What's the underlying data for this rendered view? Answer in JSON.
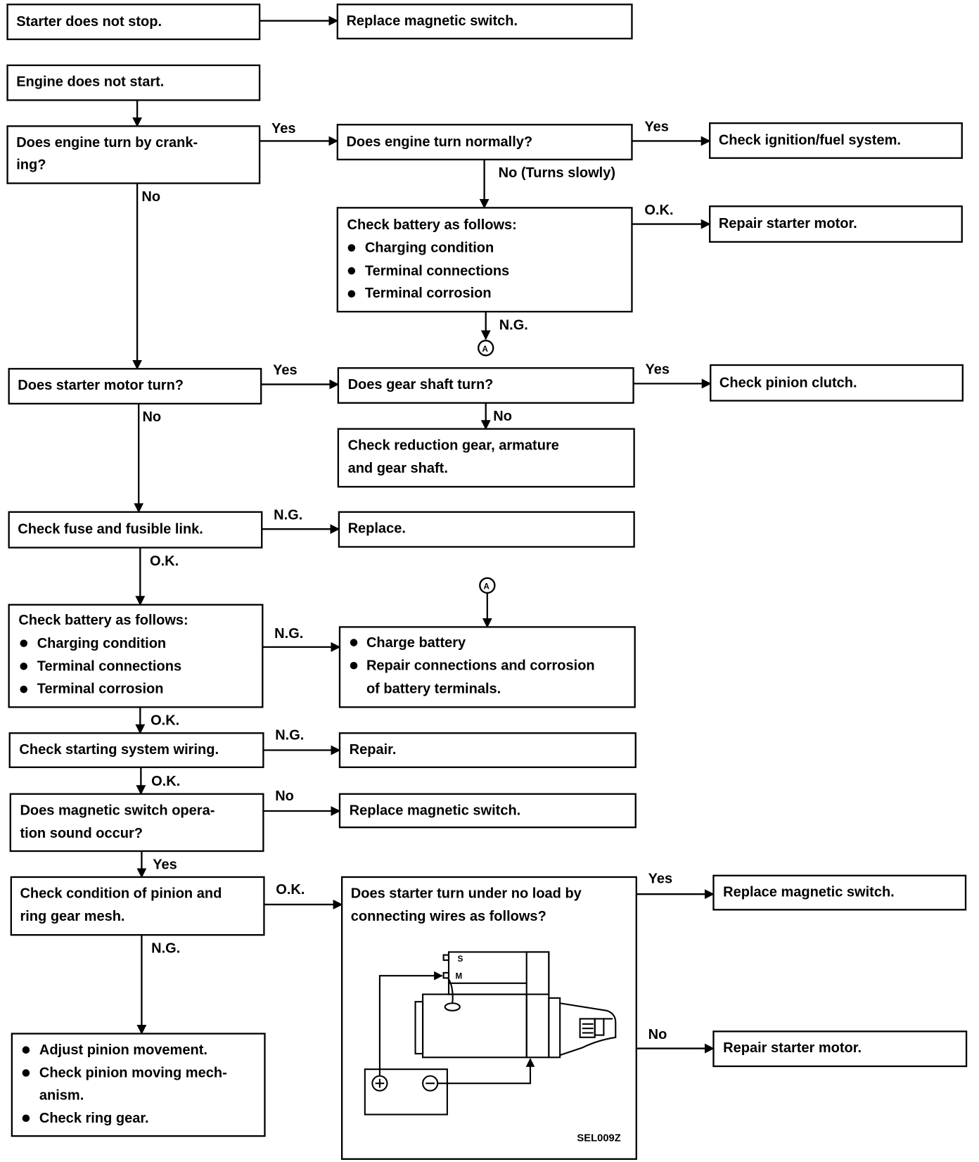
{
  "nodes": {
    "n1": [
      "Starter does not stop."
    ],
    "n1r": [
      "Replace magnetic switch."
    ],
    "n2": [
      "Engine does not start."
    ],
    "n3": [
      "Does engine turn by crank-",
      "ing?"
    ],
    "n4": [
      "Does engine turn normally?"
    ],
    "n4r": [
      "Check ignition/fuel system."
    ],
    "n5": [
      "Check battery as follows:",
      "Charging condition",
      "Terminal connections",
      "Terminal corrosion"
    ],
    "n5r": [
      "Repair starter motor."
    ],
    "n6": [
      "Does starter motor turn?"
    ],
    "n7": [
      "Does gear shaft turn?"
    ],
    "n7r": [
      "Check pinion clutch."
    ],
    "n7d": [
      "Check reduction gear, armature",
      "and gear shaft."
    ],
    "n8": [
      "Check fuse and fusible link."
    ],
    "n8r": [
      "Replace."
    ],
    "n9": [
      "Check battery as follows:",
      "Charging condition",
      "Terminal connections",
      "Terminal corrosion"
    ],
    "n9r": [
      "Charge battery",
      "Repair connections and corrosion",
      "of battery terminals."
    ],
    "n10": [
      "Check starting system wiring."
    ],
    "n10r": [
      "Repair."
    ],
    "n11": [
      "Does magnetic switch opera-",
      "tion sound occur?"
    ],
    "n11r": [
      "Replace magnetic switch."
    ],
    "n12": [
      "Check condition of pinion and",
      "ring gear mesh."
    ],
    "n13": [
      "Does starter turn under no load by",
      "connecting wires as follows?"
    ],
    "n13y": [
      "Replace magnetic switch."
    ],
    "n13n": [
      "Repair starter motor."
    ],
    "n14": [
      "Adjust pinion movement.",
      "Check pinion moving mech-",
      "anism.",
      "Check ring gear."
    ]
  },
  "edges": {
    "yes": "Yes",
    "no": "No",
    "ok": "O.K.",
    "ng": "N.G.",
    "no_slow": "No (Turns slowly)"
  },
  "connector": "A",
  "figure": {
    "terminal_s": "S",
    "terminal_m": "M",
    "plus": "+",
    "minus": "−",
    "code": "SEL009Z"
  }
}
